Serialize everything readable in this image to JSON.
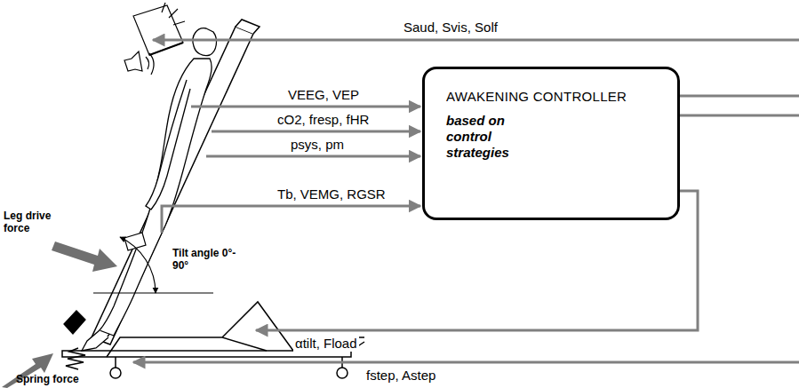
{
  "diagram": {
    "nodes": [
      {
        "text": [
          "AWAKENING CONTROLLER",
          "based on control strategies"
        ]
      }
    ],
    "labels": [
      "Saud, Svis, Solf",
      "VEEG, VEP",
      "cO2, fresp, fHR",
      "psys, pm",
      "Tb, VEMG, RGSR",
      "Leg drive force",
      "Tilt angle 0°- 90°",
      "αtilt, Fload",
      "fstep, Astep",
      "Spring force"
    ]
  }
}
